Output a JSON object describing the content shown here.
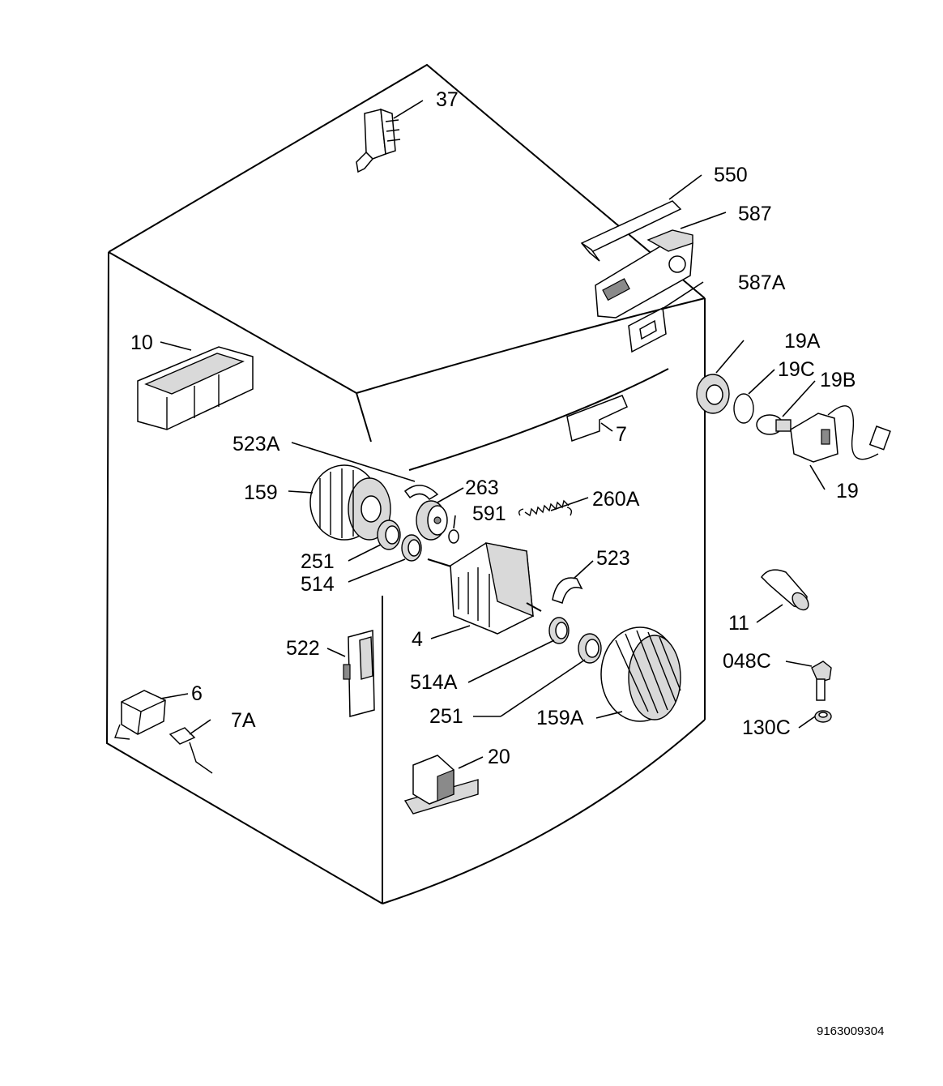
{
  "labels": {
    "l37": "37",
    "l550": "550",
    "l587": "587",
    "l587A": "587A",
    "l10": "10",
    "l19A": "19A",
    "l19C": "19C",
    "l19B": "19B",
    "l19": "19",
    "l7": "7",
    "l523A": "523A",
    "l159": "159",
    "l263": "263",
    "l260A": "260A",
    "l591": "591",
    "l251a": "251",
    "l514": "514",
    "l523": "523",
    "l4": "4",
    "l522": "522",
    "l514A": "514A",
    "l251b": "251",
    "l159A": "159A",
    "l6": "6",
    "l7A": "7A",
    "l20": "20",
    "l11": "11",
    "l048C": "048C",
    "l130C": "130C"
  },
  "diagram_code": "9163009304"
}
